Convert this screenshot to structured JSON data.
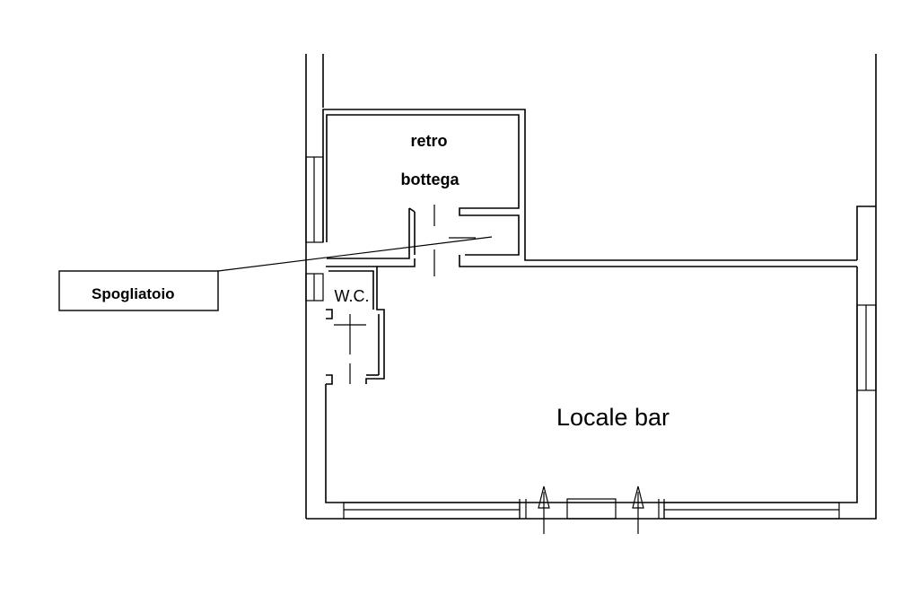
{
  "plan": {
    "rooms": {
      "retro_line1": "retro",
      "retro_line2": "bottega",
      "wc": "W.C.",
      "locale": "Locale bar"
    },
    "callout": {
      "label": "Spogliatoio"
    }
  }
}
